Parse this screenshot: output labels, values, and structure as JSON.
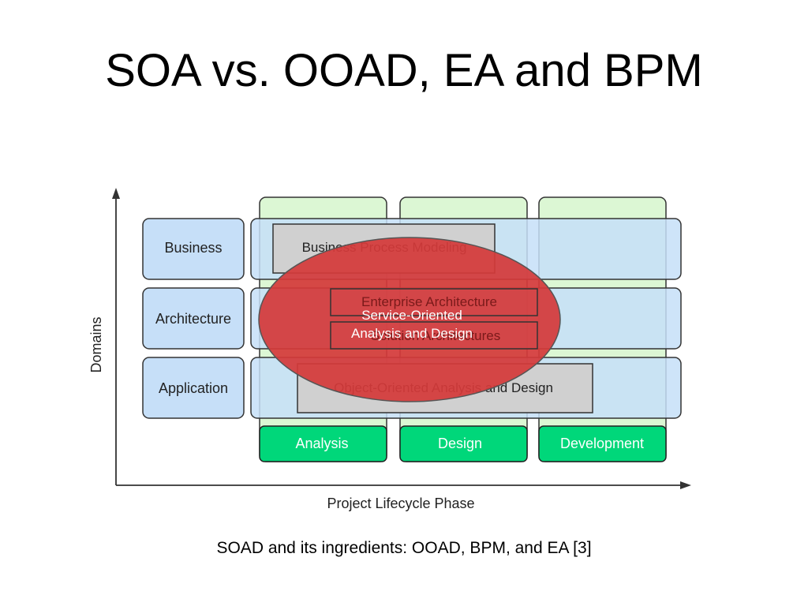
{
  "slide": {
    "title": "SOA vs. OOAD, EA and BPM",
    "caption": "SOAD and its ingredients: OOAD, BPM, and EA [3]"
  },
  "diagram": {
    "axes": {
      "y_label": "Domains",
      "x_label": "Project Lifecycle Phase"
    },
    "domains": [
      "Business",
      "Architecture",
      "Application"
    ],
    "phases": [
      "Analysis",
      "Design",
      "Development"
    ],
    "disciplines": {
      "bpm": "Business Process Modeling",
      "ea": "Enterprise Architecture",
      "solution_arch": "Solution Architectures",
      "ooad": "Object-Oriented Analysis and Design",
      "soad_line1": "Service-Oriented",
      "soad_line2": "Analysis and Design"
    },
    "colors": {
      "domain_fill": "#c6dff8",
      "phase_column_fill": "#dcf7d4",
      "phase_label_fill": "#00d77a",
      "discipline_box_fill": "#d0d0d0",
      "soad_ellipse_fill": "#d43a3a"
    }
  }
}
